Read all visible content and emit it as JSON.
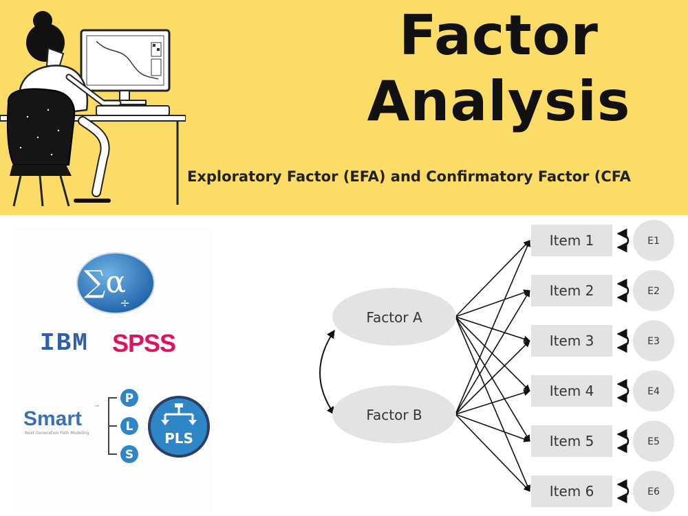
{
  "banner": {
    "title_line1": "Factor",
    "title_line2": "Analysis",
    "subtitle": "Exploratory Factor (EFA) and Confirmatory Factor (CFA"
  },
  "logos": {
    "spss_icon_symbols": "∑α",
    "ibm": "IBM",
    "spss": "SPSS",
    "smart": "Smart",
    "smart_tm": "™",
    "smart_tagline": "Next Generation Path Modeling",
    "pls_letters": [
      "P",
      "L",
      "S"
    ],
    "pls_badge": "PLS"
  },
  "diagram": {
    "factors": [
      "Factor A",
      "Factor B"
    ],
    "items": [
      "Item 1",
      "Item 2",
      "Item 3",
      "Item 4",
      "Item 5",
      "Item 6"
    ],
    "errors": [
      "E1",
      "E2",
      "E3",
      "E4",
      "E5",
      "E6"
    ]
  },
  "colors": {
    "banner_bg": "#fbdc66",
    "node_fill": "#e3e3e3",
    "arrow": "#111111",
    "spss_blue": "#2f5fa8",
    "spss_pink": "#e0115f",
    "pls_blue": "#2f86c6"
  }
}
